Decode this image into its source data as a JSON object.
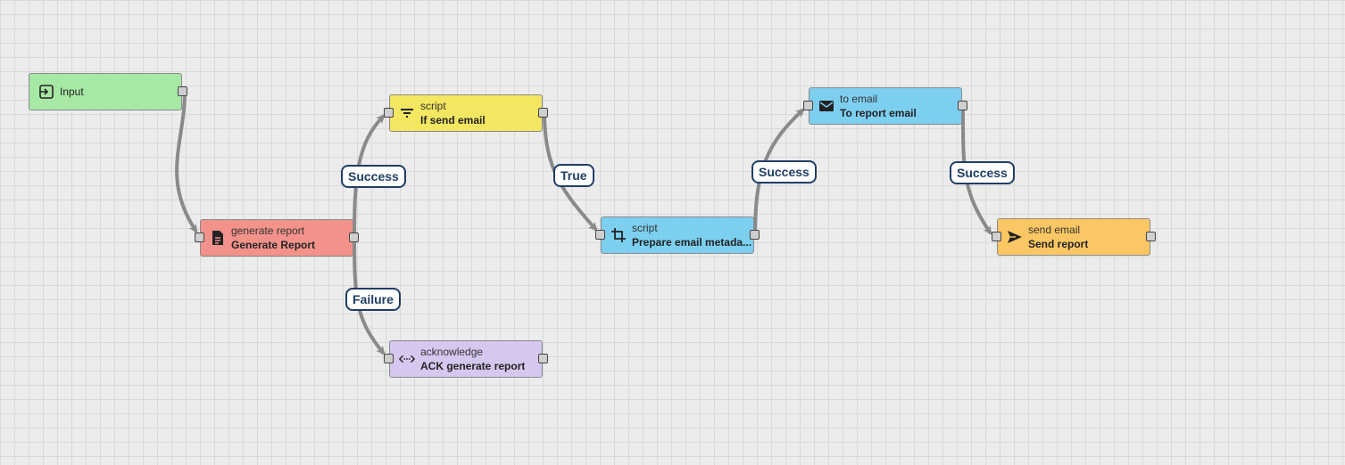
{
  "colors": {
    "input": "#a7e8a5",
    "generate": "#f2928a",
    "script_if": "#f3e660",
    "ack": "#d6c7f0",
    "prepare": "#7dcff0",
    "to_email": "#7dcff0",
    "send": "#fbc764",
    "edge": "#8a8a8a",
    "label_border": "#1f3e66"
  },
  "nodes": {
    "input": {
      "label": "Input",
      "icon": "input-icon"
    },
    "generate_report": {
      "type": "generate report",
      "name": "Generate Report",
      "icon": "document-icon"
    },
    "if_send_email": {
      "type": "script",
      "name": "If send email",
      "icon": "filter-icon"
    },
    "ack_generate": {
      "type": "acknowledge",
      "name": "ACK generate report",
      "icon": "code-dots-icon"
    },
    "prepare_email": {
      "type": "script",
      "name": "Prepare email metada...",
      "icon": "transform-icon"
    },
    "to_email": {
      "type": "to email",
      "name": "To report email",
      "icon": "mail-icon"
    },
    "send_email": {
      "type": "send email",
      "name": "Send report",
      "icon": "send-icon"
    }
  },
  "edge_labels": {
    "gen_success": "Success",
    "gen_failure": "Failure",
    "if_true": "True",
    "prep_success": "Success",
    "to_success": "Success"
  }
}
